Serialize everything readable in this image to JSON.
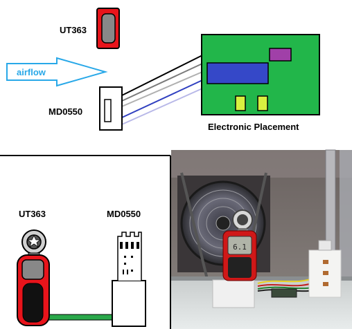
{
  "top_panel": {
    "ut363_label": "UT363",
    "md0550_label": "MD0550",
    "airflow_label": "airflow",
    "caption": "Electronic Placement"
  },
  "bottom_left_panel": {
    "ut363_label": "UT363",
    "md0550_label": "MD0550"
  },
  "photo_panel": {
    "meter_readout": "6.1"
  },
  "colors": {
    "board_green": "#22b64a",
    "meter_red": "#e8141b",
    "display_blue": "#3548c8",
    "chip_purple": "#a040a8",
    "chip_yellow": "#d8f040",
    "airflow_arrow": "#28a8e8",
    "base_strip_green": "#2aa84a",
    "wire_colors": [
      "#000000",
      "#7a7a7a",
      "#b0b0b0",
      "#3040c0",
      "#b8b8e8"
    ]
  }
}
